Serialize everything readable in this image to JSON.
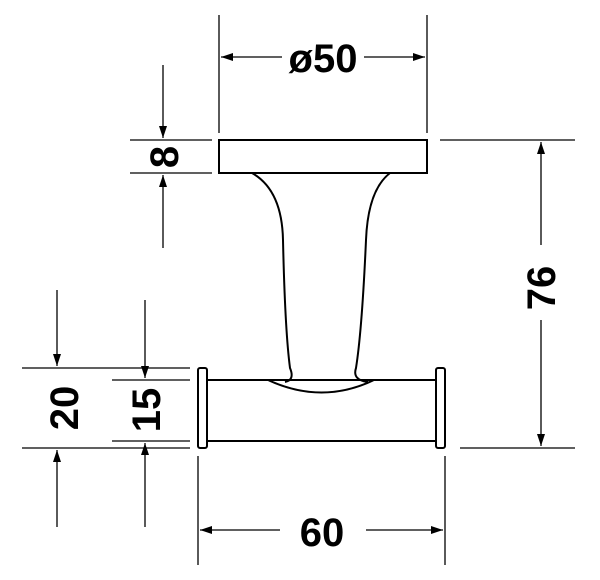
{
  "drawing": {
    "dimensions": {
      "diameter_top": "ø50",
      "plate_thickness": "8",
      "total_height": "76",
      "end_cap_height": "20",
      "bar_height": "15",
      "width": "60"
    }
  }
}
